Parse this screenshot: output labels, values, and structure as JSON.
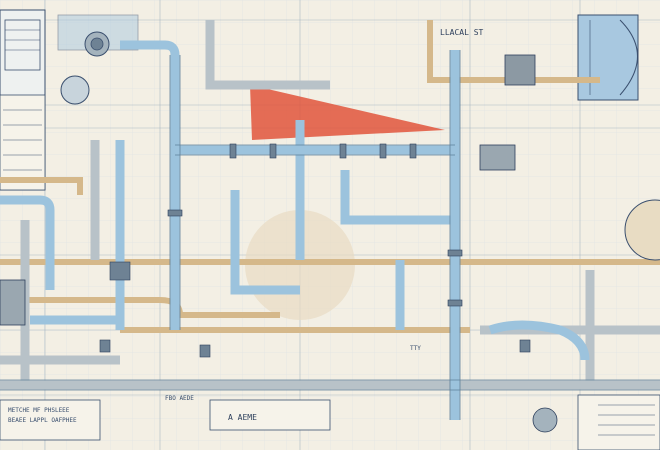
{
  "labels": {
    "top_right": "LLACAL ST",
    "bottom_left_1": "METCHE MF PHSLEEE",
    "bottom_left_2": "BEAEE LAPPL OAFPHEE",
    "bottom_legend": "A AEME",
    "center_box": "TTY",
    "bottom_center": "FBO AEDE"
  },
  "colors": {
    "paper": "#f3efe4",
    "pipe_blue": "#9cc3dd",
    "pipe_blue_dark": "#5e7f99",
    "pipe_tan": "#d5b88a",
    "pipe_grey": "#b8c2c8",
    "ink": "#3a4f6e",
    "accent_red": "#e0553c",
    "panel_blue": "#a8c8e0"
  },
  "icons": [
    "valve-icon",
    "gauge-icon",
    "pump-icon",
    "tank-icon"
  ]
}
